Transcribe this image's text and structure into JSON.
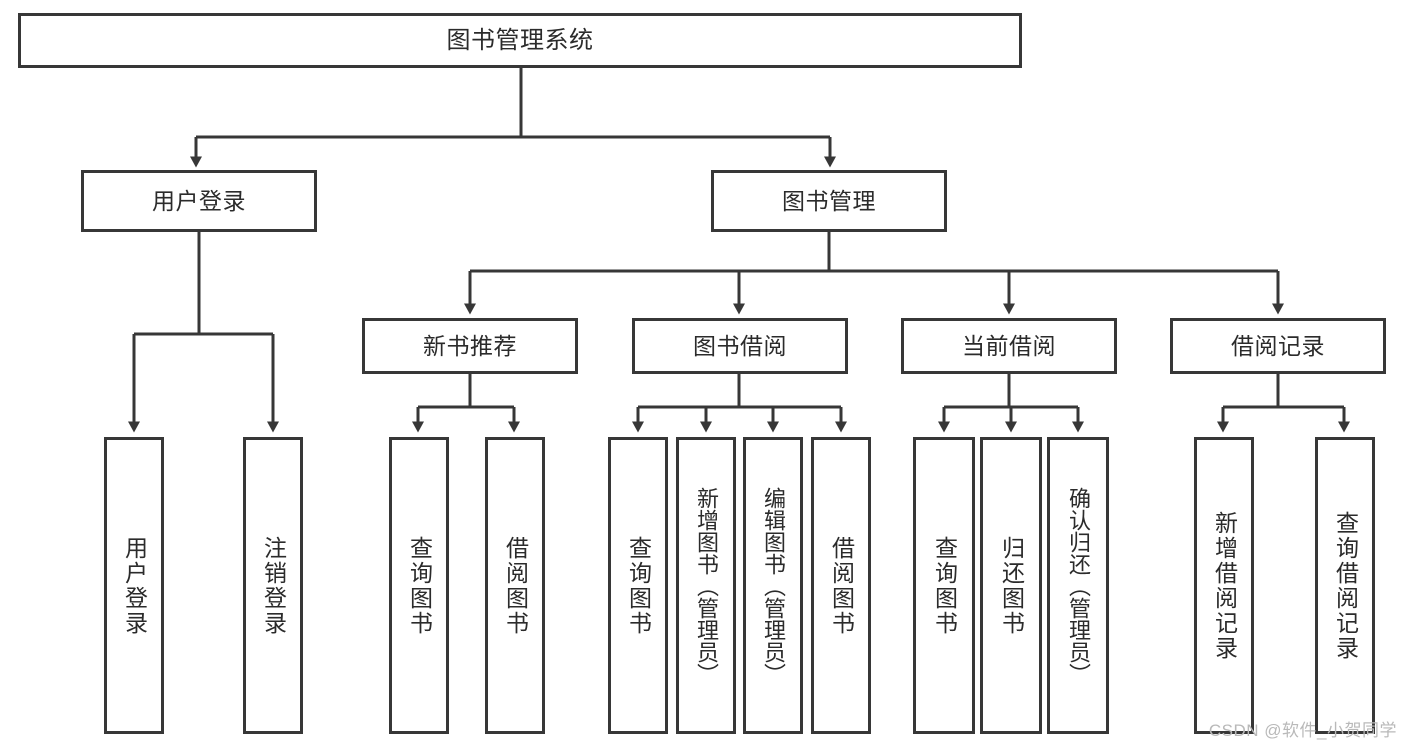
{
  "diagram": {
    "type": "tree",
    "title": "图书管理系统",
    "colors": {
      "box_border": "#373737",
      "box_fill": "#ffffff",
      "text": "#2b2b2b",
      "connector": "#373737",
      "watermark": "#b9b9b9"
    },
    "root": {
      "label": "图书管理系统"
    },
    "level2": [
      {
        "label": "用户登录"
      },
      {
        "label": "图书管理"
      }
    ],
    "level3": [
      {
        "label": "新书推荐"
      },
      {
        "label": "图书借阅"
      },
      {
        "label": "当前借阅"
      },
      {
        "label": "借阅记录"
      }
    ],
    "leaves": {
      "user_login": [
        {
          "label": "用户登录"
        },
        {
          "label": "注销登录"
        }
      ],
      "new_book": [
        {
          "label": "查询图书"
        },
        {
          "label": "借阅图书"
        }
      ],
      "book_borrow": [
        {
          "label": "查询图书"
        },
        {
          "label": "新增图书（管理员）"
        },
        {
          "label": "编辑图书（管理员）"
        },
        {
          "label": "借阅图书"
        }
      ],
      "current_borrow": [
        {
          "label": "查询图书"
        },
        {
          "label": "归还图书"
        },
        {
          "label": "确认归还（管理员）"
        }
      ],
      "borrow_record": [
        {
          "label": "新增借阅记录"
        },
        {
          "label": "查询借阅记录"
        }
      ]
    }
  },
  "watermark": {
    "text": "CSDN @软件_小贺同学"
  }
}
